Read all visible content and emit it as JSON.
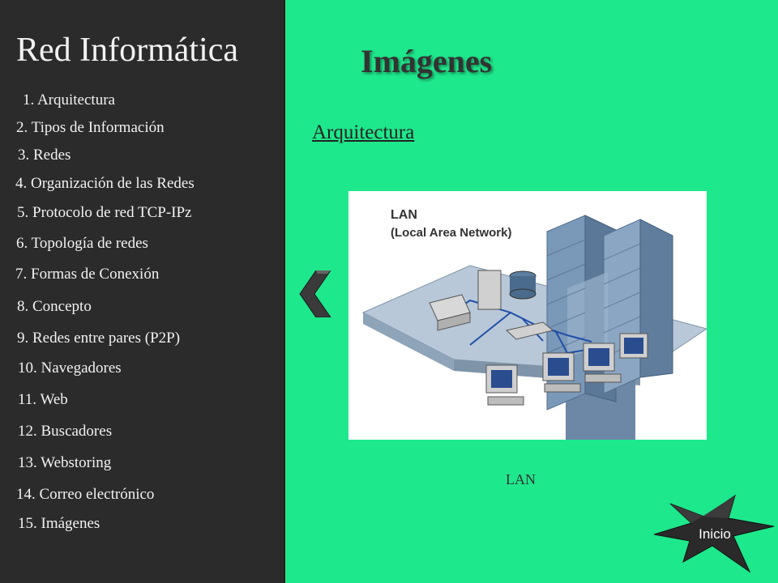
{
  "sidebar": {
    "title": "Red Informática",
    "items": [
      "1.  Arquitectura",
      "2.  Tipos de Información",
      "3.  Redes",
      "4. Organización de las Redes",
      "5. Protocolo de red TCP-IPz",
      "6. Topología de redes",
      "7. Formas de Conexión",
      "8. Concepto",
      "9. Redes entre pares (P2P)",
      "10. Navegadores",
      "11. Web",
      "12. Buscadores",
      "13. Webstoring",
      "14. Correo electrónico",
      "15. Imágenes"
    ]
  },
  "main": {
    "title": "Imágenes",
    "section_link": "Arquitectura",
    "figure": {
      "title_line1": "LAN",
      "title_line2": "(Local Area Network)",
      "caption": "LAN"
    },
    "home_button_label": "Inicio"
  },
  "colors": {
    "sidebar_bg": "#2b2b2b",
    "content_bg": "#1ee88c",
    "arrow": "#3a3a3a",
    "home_button": "#2a2a2a"
  },
  "icons": {
    "back": "chevron-left-icon",
    "home": "starburst-icon"
  }
}
